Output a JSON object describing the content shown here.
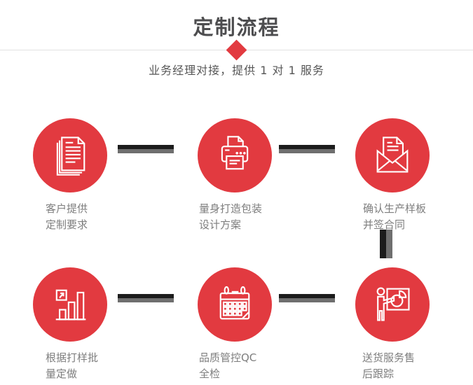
{
  "header": {
    "title": "定制流程",
    "subtitle": "业务经理对接，提供 1 对 1 服务"
  },
  "steps": [
    {
      "icon": "documents-icon",
      "label_line1": "客户提供",
      "label_line2": "定制要求"
    },
    {
      "icon": "printer-icon",
      "label_line1": "量身打造包装",
      "label_line2": "设计方案"
    },
    {
      "icon": "envelope-icon",
      "label_line1": "确认生产样板",
      "label_line2": "并签合同"
    },
    {
      "icon": "bar-chart-icon",
      "label_line1": "根据打样批",
      "label_line2": "量定做"
    },
    {
      "icon": "calendar-icon",
      "label_line1": "品质管控QC",
      "label_line2": "全检"
    },
    {
      "icon": "presentation-icon",
      "label_line1": "送货服务售",
      "label_line2": "后跟踪"
    }
  ],
  "colors": {
    "accent_red": "#e23a40",
    "title_gray": "#4d4d4f",
    "subtitle_gray": "#565656",
    "label_gray": "#7e7e7e",
    "divider_gray": "#e2e2e2",
    "connector_black": "#1c1c1c",
    "connector_gray": "#6f6f6f"
  }
}
